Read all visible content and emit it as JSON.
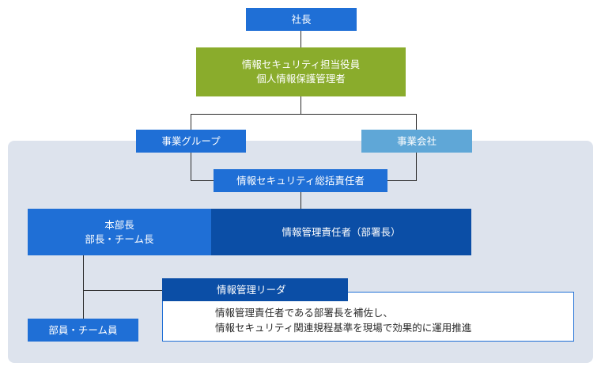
{
  "org": {
    "president": "社長",
    "officer": [
      "情報セキュリティ担当役員",
      "個人情報保護管理者"
    ],
    "business_group": "事業グループ",
    "business_company": "事業会社",
    "general_manager": "情報セキュリティ総括責任者",
    "division_heads": [
      "本部長",
      "部長・チーム長"
    ],
    "info_mgmt_manager": "情報管理責任者（部署長）",
    "info_mgmt_leader": "情報管理リーダ",
    "leader_description": [
      "情報管理責任者である部署長を補佐し、",
      "情報セキュリティ関連規程基準を現場で効果的に運用推進"
    ],
    "members": "部員・チーム員"
  },
  "colors": {
    "blue": "#1f6fd6",
    "dark_blue": "#0b4ea6",
    "green": "#8aac2c",
    "light_blue": "#5fa7d7",
    "panel": "#dde3ed"
  }
}
